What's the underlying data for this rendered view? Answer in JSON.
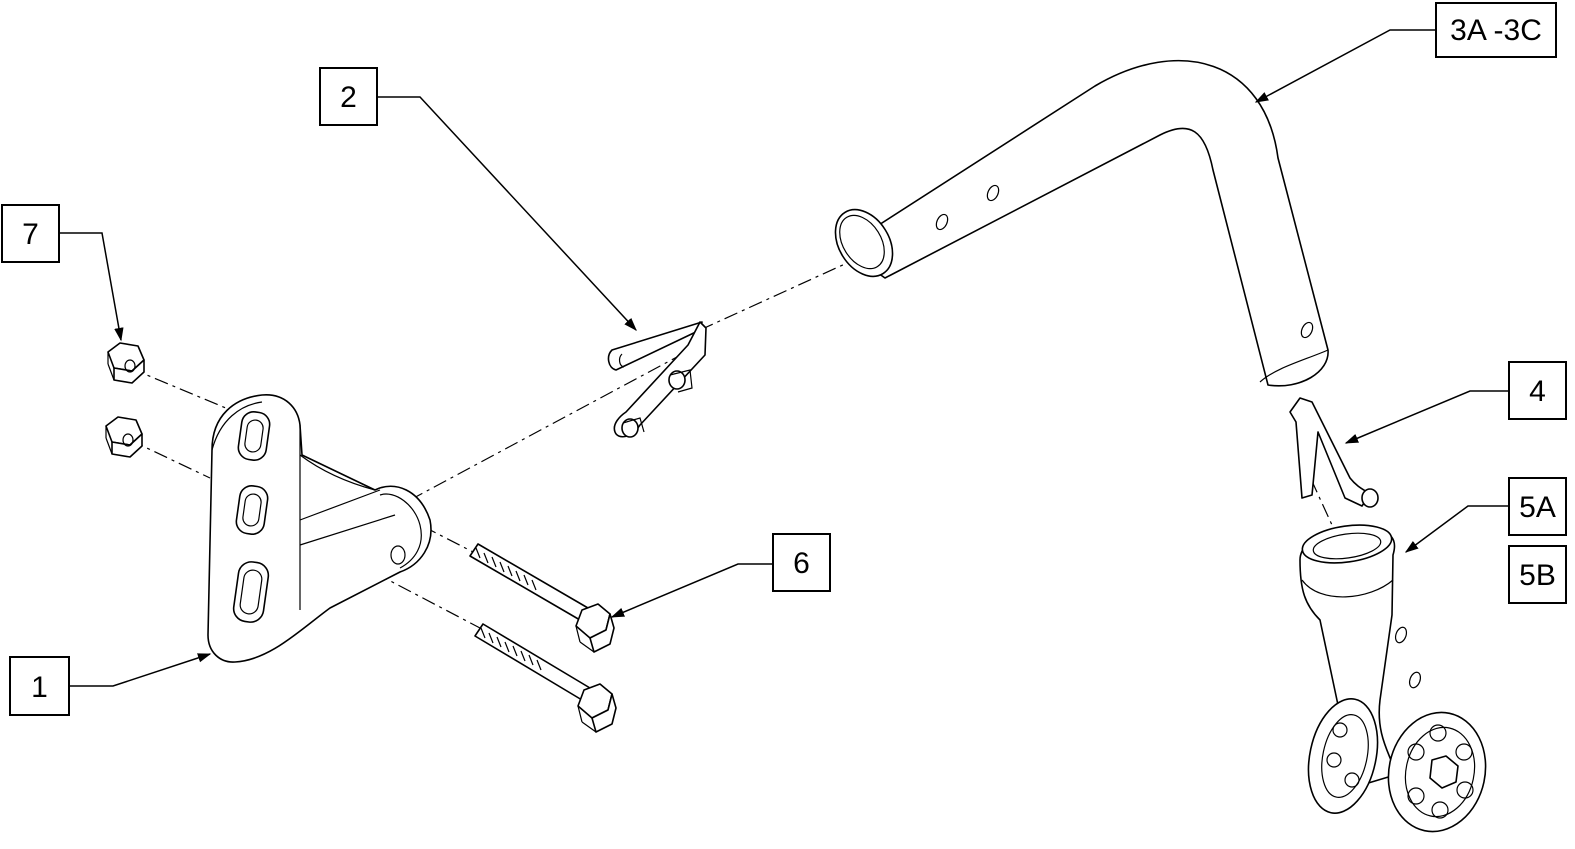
{
  "callouts": [
    {
      "id": "1",
      "label": "1"
    },
    {
      "id": "2",
      "label": "2"
    },
    {
      "id": "3",
      "label": "3A -3C"
    },
    {
      "id": "4",
      "label": "4"
    },
    {
      "id": "5a",
      "label": "5A"
    },
    {
      "id": "5b",
      "label": "5B"
    },
    {
      "id": "6",
      "label": "6"
    },
    {
      "id": "7",
      "label": "7"
    }
  ]
}
